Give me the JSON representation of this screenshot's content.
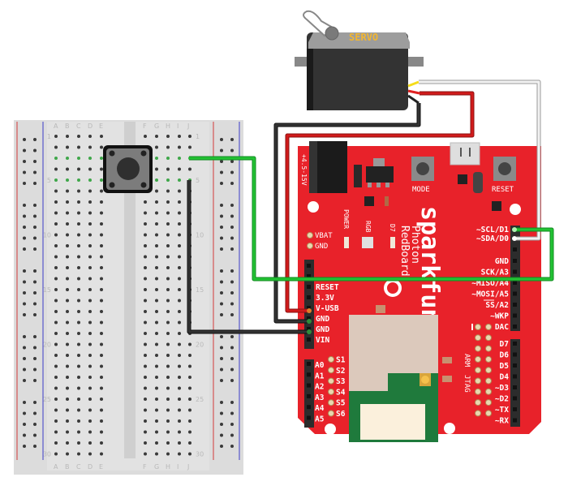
{
  "diagram": {
    "title": "Photon RedBoard servo and pushbutton wiring",
    "colors": {
      "board_red": "#e8222a",
      "breadboard": "#dcdcdc",
      "wire_green": "#22b533",
      "wire_black": "#2a2a2a",
      "wire_red": "#c81a1a",
      "wire_white": "#e8e8e8",
      "servo_label": "#f2b631",
      "rail_red": "#d23a3a",
      "rail_blue": "#3b3bc8"
    },
    "servo": {
      "label": "SERVO"
    },
    "breadboard": {
      "columns_left": [
        "A",
        "B",
        "C",
        "D",
        "E"
      ],
      "columns_right": [
        "F",
        "G",
        "H",
        "I",
        "J"
      ],
      "row_numbers": [
        "1",
        "5",
        "10",
        "15",
        "20",
        "25",
        "30"
      ],
      "rows": 30
    },
    "board": {
      "brand": "sparkfun",
      "model_line1": "Photon",
      "model_line2": "RedBoard",
      "power_jack_label": "+4.5-15V",
      "buttons": {
        "mode": "MODE",
        "reset": "RESET"
      },
      "leds": {
        "power": "POWER",
        "rgb": "RGB",
        "d7": "D7"
      },
      "battery_pins": [
        "VBAT",
        "GND"
      ],
      "left_header_power": [
        "RESET",
        "3.3V",
        "V-USB",
        "GND",
        "GND",
        "VIN"
      ],
      "left_header_analog": [
        "A0",
        "A1",
        "A2",
        "A3",
        "A4",
        "A5"
      ],
      "s_pins": [
        "S1",
        "S2",
        "S3",
        "S4",
        "S5",
        "S6"
      ],
      "right_header_top": [
        "~SCL/D1",
        "~SDA/D0"
      ],
      "right_header_mid": [
        "GND",
        "SCK/A3",
        "~MISO/A4",
        "~MOSI/A5",
        "SS/A2",
        "~WKP",
        "DAC"
      ],
      "right_header_digital": [
        "D7",
        "D6",
        "D5",
        "D4",
        "~D3",
        "~D2",
        "~TX",
        "~RX"
      ],
      "jtag_label_1": "ARM",
      "jtag_label_2": "JTAG"
    },
    "connections": [
      {
        "from": "Pushbutton row 3 (J3)",
        "to": "~SCL/D1",
        "color": "green"
      },
      {
        "from": "Breadboard J5",
        "to": "GND",
        "color": "black"
      },
      {
        "from": "Servo signal",
        "to": "~SDA/D0",
        "color": "white"
      },
      {
        "from": "Servo power",
        "to": "V-USB",
        "color": "red"
      },
      {
        "from": "Servo ground",
        "to": "GND",
        "color": "black"
      }
    ]
  }
}
